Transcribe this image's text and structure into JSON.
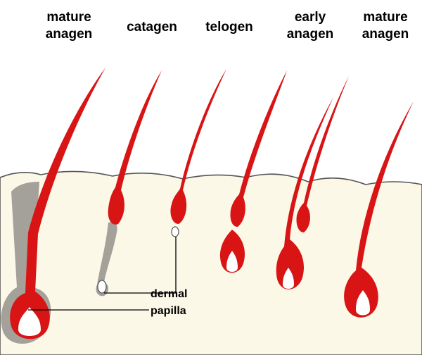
{
  "stages": [
    {
      "line1": "mature",
      "line2": "anagen"
    },
    {
      "line1": "catagen",
      "line2": ""
    },
    {
      "line1": "telogen",
      "line2": ""
    },
    {
      "line1": "early",
      "line2": "anagen"
    },
    {
      "line1": "mature",
      "line2": "anagen"
    }
  ],
  "callouts": {
    "dermal": "dermal",
    "papilla": "papilla"
  },
  "colors": {
    "hair": "#d81414",
    "sheath": "#a4a09a",
    "skin": "#fbf8e8",
    "skin_outline": "#555555",
    "papilla": "#ffffff"
  }
}
